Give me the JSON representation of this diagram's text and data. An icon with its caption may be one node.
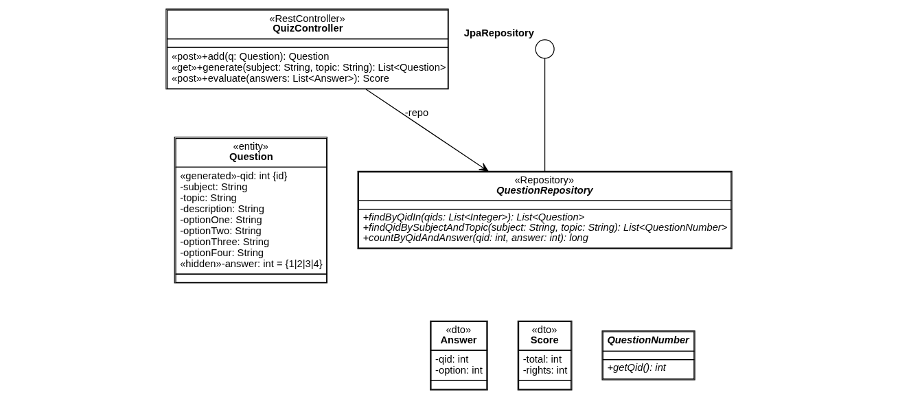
{
  "diagram": {
    "nodes": [
      {
        "text": [
          "«RestController»",
          "QuizController",
          "«post»+add(q: Question): Question",
          "«get»+generate(subject: String, topic: String): List<Question>",
          "«post»+evaluate(answers: List<Answer>): Score"
        ]
      },
      {
        "text": [],
        "shape": "circle",
        "beside": [
          "JpaRepository"
        ]
      },
      {
        "text": [
          "«entity»",
          "Question",
          "«generated»-qid: int {id}",
          "-subject: String",
          "-topic: String",
          "-description: String",
          "-optionOne: String",
          "-optionTwo: String",
          "-optionThree: String",
          "-optionFour: String",
          "«hidden»-answer: int = {1|2|3|4}"
        ]
      },
      {
        "text": [
          "«Repository»",
          "QuestionRepository",
          "+findByQidIn(qids: List<Integer>): List<Question>",
          "+findQidBySubjectAndTopic(subject: String, topic: String): List<QuestionNumber>",
          "+countByQidAndAnswer(qid: int, answer: int): long"
        ]
      },
      {
        "text": [
          "«dto»",
          "Answer",
          "-qid: int",
          "-option: int"
        ]
      },
      {
        "text": [
          "«dto»",
          "Score",
          "-total: int",
          "-rights: int"
        ]
      },
      {
        "text": [
          "QuestionNumber",
          "+getQid(): int"
        ]
      }
    ],
    "edges": [
      {
        "from": 0,
        "to": 3,
        "arrow": "to",
        "label": "-repo"
      },
      {
        "from": 1,
        "to": 3,
        "arrow": "none"
      }
    ]
  }
}
